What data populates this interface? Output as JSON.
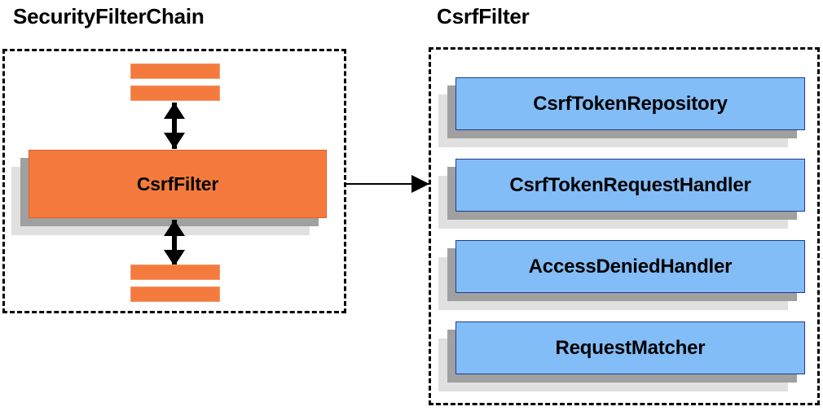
{
  "diagram": {
    "background_color": "#ffffff",
    "panels": [
      {
        "id": "security-filter-chain",
        "title": "SecurityFilterChain",
        "border_style": "dashed",
        "border_color": "#000000"
      },
      {
        "id": "csrf-filter",
        "title": "CsrfFilter",
        "border_style": "dashed",
        "border_color": "#000000"
      }
    ],
    "left_panel": {
      "highlight_box": {
        "label": "CsrfFilter",
        "fill_color": "#f47a3e",
        "border_color": "#d9622b"
      },
      "top_bars": [
        {
          "label": "",
          "fill_color": "#f47a3e"
        },
        {
          "label": "",
          "fill_color": "#f47a3e"
        }
      ],
      "bottom_bars": [
        {
          "label": "",
          "fill_color": "#f47a3e"
        },
        {
          "label": "",
          "fill_color": "#f47a3e"
        }
      ],
      "connectors": [
        {
          "id": "top-connector",
          "direction": "double-vertical"
        },
        {
          "id": "bottom-connector",
          "direction": "double-vertical"
        }
      ]
    },
    "right_panel": {
      "components": [
        {
          "label": "CsrfTokenRepository",
          "fill_color": "#82bdf7",
          "border_color": "#1f3c8c"
        },
        {
          "label": "CsrfTokenRequestHandler",
          "fill_color": "#82bdf7",
          "border_color": "#1f3c8c"
        },
        {
          "label": "AccessDeniedHandler",
          "fill_color": "#82bdf7",
          "border_color": "#1f3c8c"
        },
        {
          "label": "RequestMatcher",
          "fill_color": "#82bdf7",
          "border_color": "#1f3c8c"
        }
      ]
    },
    "link": {
      "id": "expand-arrow",
      "from": "security-filter-chain",
      "to": "csrf-filter",
      "direction": "right",
      "label": ""
    },
    "shadow_colors": {
      "light": "#e0e0e0",
      "dark": "#a0a0a0"
    }
  }
}
